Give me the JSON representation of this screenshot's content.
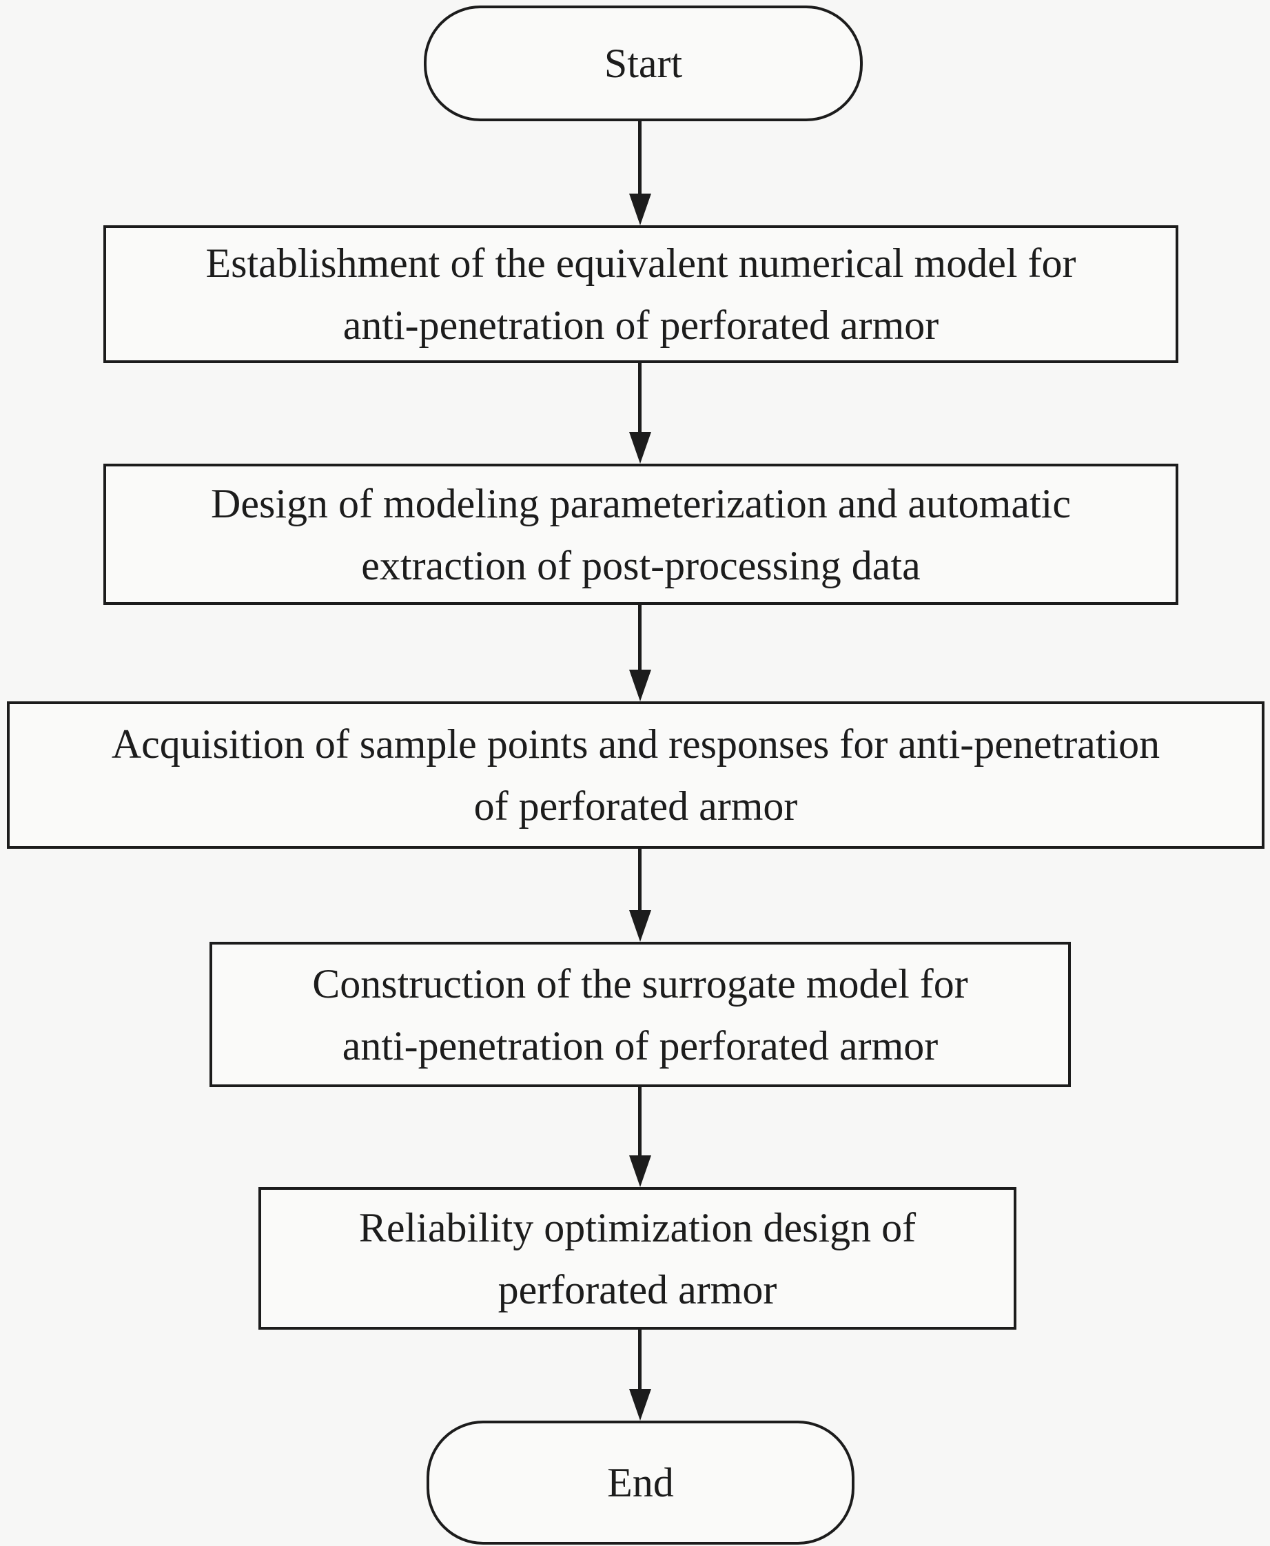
{
  "diagram": {
    "type": "flowchart",
    "direction": "top-down",
    "colors": {
      "background": "#f7f7f6",
      "node_fill": "#fafaf9",
      "stroke": "#1c1c1c",
      "text": "#1c1c1c"
    },
    "nodes": [
      {
        "id": "start",
        "shape": "terminator",
        "label": "Start"
      },
      {
        "id": "establish-model",
        "shape": "process",
        "label": "Establishment of the equivalent numerical model for\nanti-penetration of perforated armor"
      },
      {
        "id": "design-parameterization",
        "shape": "process",
        "label": "Design of modeling parameterization and automatic\nextraction of post-processing data"
      },
      {
        "id": "acquire-samples",
        "shape": "process",
        "label": "Acquisition of sample points and responses for anti-penetration\nof perforated armor"
      },
      {
        "id": "construct-surrogate",
        "shape": "process",
        "label": "Construction of the surrogate model for\nanti-penetration of perforated armor"
      },
      {
        "id": "reliability-optimization",
        "shape": "process",
        "label": "Reliability optimization design of\nperforated armor"
      },
      {
        "id": "end",
        "shape": "terminator",
        "label": "End"
      }
    ],
    "edges": [
      {
        "from": "start",
        "to": "establish-model"
      },
      {
        "from": "establish-model",
        "to": "design-parameterization"
      },
      {
        "from": "design-parameterization",
        "to": "acquire-samples"
      },
      {
        "from": "acquire-samples",
        "to": "construct-surrogate"
      },
      {
        "from": "construct-surrogate",
        "to": "reliability-optimization"
      },
      {
        "from": "reliability-optimization",
        "to": "end"
      }
    ]
  }
}
